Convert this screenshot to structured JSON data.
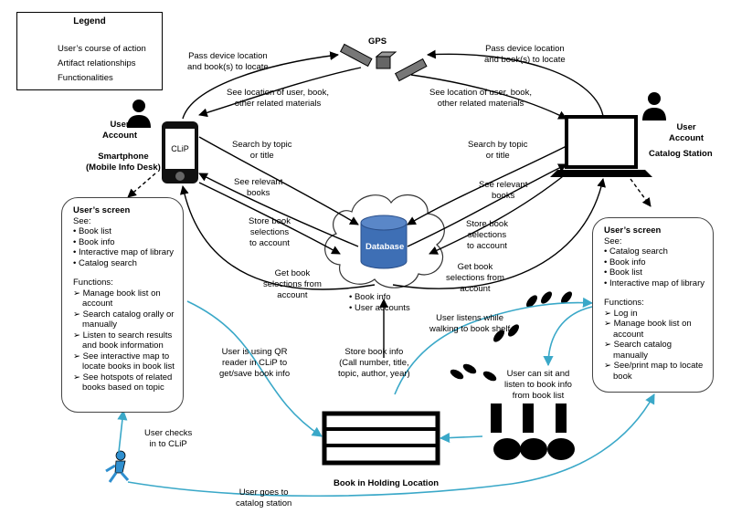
{
  "legend": {
    "title": "Legend",
    "items": [
      {
        "label": "User’s course  of action",
        "style": "blue-arrow",
        "color": "#3aa8c8"
      },
      {
        "label": "Artifact relationships",
        "style": "black-arrow",
        "color": "#000000"
      },
      {
        "label": "Functionalities",
        "style": "dashed-arrow",
        "color": "#000000"
      }
    ]
  },
  "gps": {
    "label": "GPS",
    "icon": "satellite-icon"
  },
  "flows": {
    "pass_left": "Pass device location\nand book(s) to locate",
    "pass_right": "Pass device location\nand book(s) to locate",
    "see_loc_left": "See location of user, book,\nother related materials",
    "see_loc_right": "See location of user, book,\nother related materials",
    "search_left": "Search by topic\nor title",
    "search_right": "Search by topic\nor title",
    "relevant_left": "See relevant\nbooks",
    "relevant_right": "See relevant\nbooks",
    "store_left": "Store book\nselections\nto account",
    "store_right": "Store book\nselections\nto account",
    "get_left": "Get book\nselections from\naccount",
    "get_right": "Get book\nselections from\naccount",
    "qr": "User is using QR\nreader in CLiP to\nget/save book info",
    "store_info": "Store book info\n(Call number, title,\ntopic, author, year)",
    "listens": "User listens while\nwalking to book shelf",
    "sit": "User can sit and\nlisten to book info\nfrom book list",
    "checks_in": "User checks\nin to CLiP",
    "goes": "User goes to\ncatalog station"
  },
  "nodes": {
    "user_account_left": "User\nAccount",
    "user_account_right": "User\nAccount",
    "smartphone": "Smartphone\n(Mobile Info Desk)",
    "phone_screen": "CLiP",
    "catalog_station": "Catalog Station",
    "database": "Database",
    "db_items": [
      "Book info",
      "User accounts"
    ],
    "holding": "Book in Holding Location"
  },
  "left_panel": {
    "title": "User’s screen",
    "see_label": "See:",
    "see": [
      "Book list",
      "Book info",
      "Interactive map of library",
      "Catalog search"
    ],
    "func_label": "Functions:",
    "functions": [
      "Manage book list on account",
      "Search catalog orally or manually",
      "Listen to search results and book information",
      "See interactive map to locate books in book list",
      "See hotspots of related books based on topic"
    ]
  },
  "right_panel": {
    "title": "User’s screen",
    "see_label": "See:",
    "see": [
      "Catalog search",
      "Book info",
      "Book list",
      "Interactive map of library"
    ],
    "func_label": "Functions:",
    "functions": [
      "Log in",
      "Manage book list on account",
      "Search catalog manually",
      "See/print map to locate book"
    ]
  },
  "colors": {
    "user_action": "#3aa8c8",
    "database": "#3e6fb5",
    "cloud_edge": "#333333",
    "runner": "#2f8fcf"
  }
}
